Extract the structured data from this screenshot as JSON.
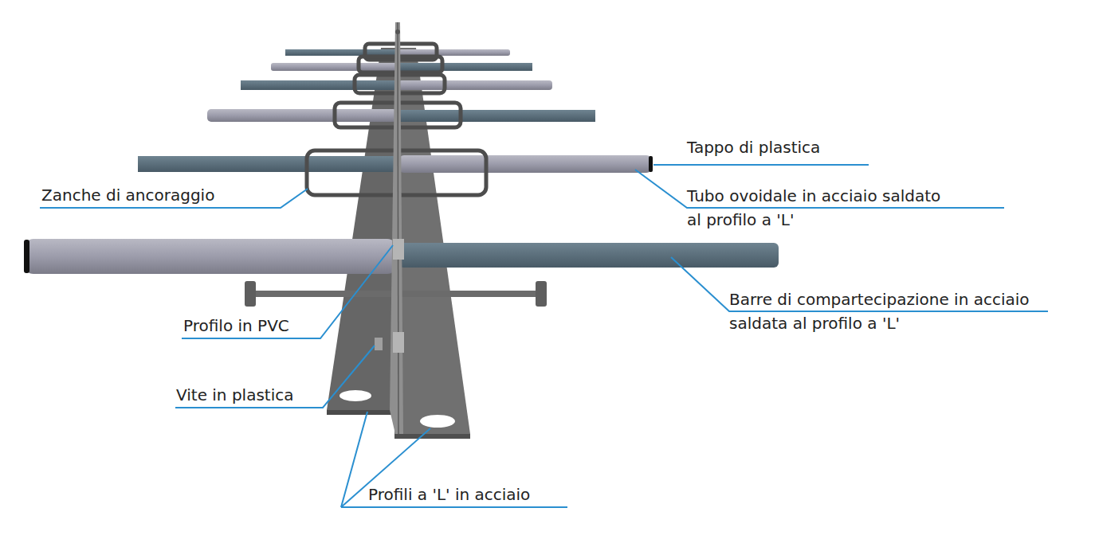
{
  "diagram": {
    "labels": [
      "Tappo di plastica",
      "Tubo ovoidale in acciaio saldato al profilo a 'L'",
      "Zanche di ancoraggio",
      "Barre di compartecipazione in acciaio saldata al profilo a 'L'",
      "Profilo in PVC",
      "Vite in plastica",
      "Profili a 'L' in acciaio"
    ]
  }
}
